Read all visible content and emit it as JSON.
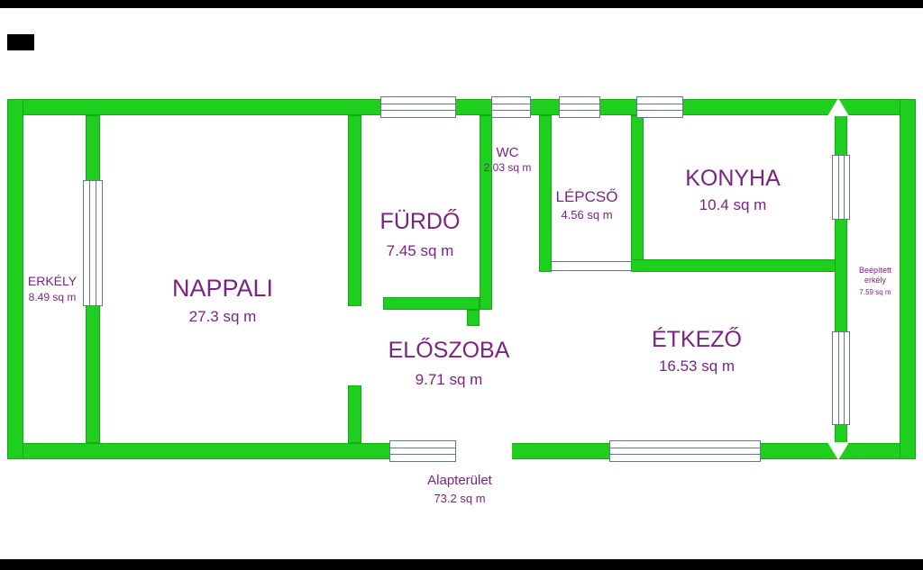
{
  "floorplan": {
    "rooms": {
      "erkely": {
        "name": "ERKÉLY",
        "area": "8.49 sq m"
      },
      "nappali": {
        "name": "NAPPALI",
        "area": "27.3 sq m"
      },
      "furdo": {
        "name": "FÜRDŐ",
        "area": "7.45 sq m"
      },
      "wc": {
        "name": "WC",
        "area": "2.03 sq m"
      },
      "lepcso": {
        "name": "LÉPCSŐ",
        "area": "4.56 sq m"
      },
      "konyha": {
        "name": "KONYHA",
        "area": "10.4 sq m"
      },
      "eloszoba": {
        "name": "ELŐSZOBA",
        "area": "9.71 sq m"
      },
      "etkezo": {
        "name": "ÉTKEZŐ",
        "area": "16.53 sq m"
      },
      "beepitett_erkely": {
        "name": "Beépített erkély",
        "area": "7.59 sq m"
      }
    },
    "total": {
      "label": "Alapterület",
      "area": "73.2 sq m"
    },
    "colors": {
      "wall": "#1fcf1f",
      "text": "#7b2382",
      "window_line": "#667788"
    }
  }
}
